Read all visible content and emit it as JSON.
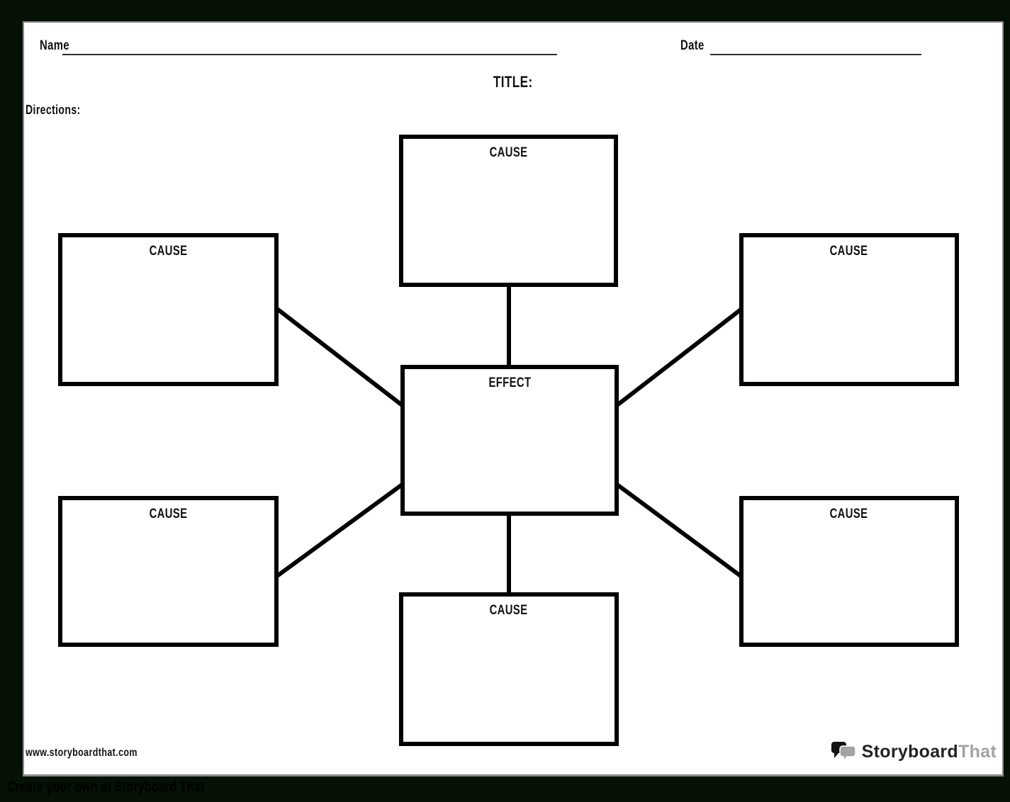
{
  "header": {
    "name_label": "Name",
    "date_label": "Date",
    "title_label": "TITLE:",
    "directions_label": "Directions:"
  },
  "diagram": {
    "type": "cause-and-effect-spider-map",
    "effect": {
      "label": "EFFECT",
      "position": "center"
    },
    "causes": [
      {
        "label": "CAUSE",
        "position": "top"
      },
      {
        "label": "CAUSE",
        "position": "left-top"
      },
      {
        "label": "CAUSE",
        "position": "right-top"
      },
      {
        "label": "CAUSE",
        "position": "left-bottom"
      },
      {
        "label": "CAUSE",
        "position": "right-bottom"
      },
      {
        "label": "CAUSE",
        "position": "bottom"
      }
    ],
    "edges": [
      {
        "from": "cause-top",
        "to": "effect"
      },
      {
        "from": "cause-left-top",
        "to": "effect"
      },
      {
        "from": "cause-right-top",
        "to": "effect"
      },
      {
        "from": "cause-left-bottom",
        "to": "effect"
      },
      {
        "from": "cause-right-bottom",
        "to": "effect"
      },
      {
        "from": "cause-bottom",
        "to": "effect"
      }
    ]
  },
  "footer": {
    "website_url": "www.storyboardthat.com",
    "logo_text_primary": "Storyboard",
    "logo_text_secondary": "That",
    "tagline": "Create your own at Storyboard That"
  },
  "colors": {
    "canvas_background": "#041104",
    "page_background": "#ffffff",
    "page_border": "#8b8b8b",
    "box_border": "#000000",
    "logo_gray": "#a3a3a3"
  }
}
